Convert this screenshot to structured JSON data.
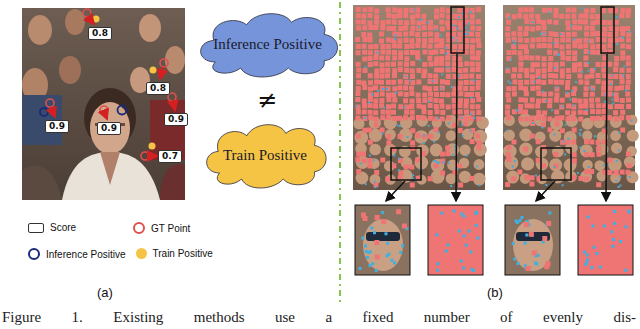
{
  "diagram": {
    "caption": "Figure 1. Existing methods use a fixed number of evenly dis-",
    "nodes": [
      {
        "text": [
          "0.8"
        ]
      },
      {
        "text": [
          "0.8"
        ]
      },
      {
        "text": [
          "0.9"
        ]
      },
      {
        "text": [
          "0.9"
        ]
      },
      {
        "text": [
          "0.9"
        ]
      },
      {
        "text": [
          "0.7"
        ]
      },
      {
        "text": [
          "Inference Positive"
        ]
      },
      {
        "text": [
          "Train Positive"
        ]
      }
    ],
    "labels": [
      "(a)",
      "≠",
      "(b)"
    ],
    "legend": [
      {
        "text": "Score"
      },
      {
        "text": "GT Point"
      },
      {
        "text": "Inference Positive"
      },
      {
        "text": "Train Positive",
        "color": "#f6c444"
      }
    ]
  }
}
